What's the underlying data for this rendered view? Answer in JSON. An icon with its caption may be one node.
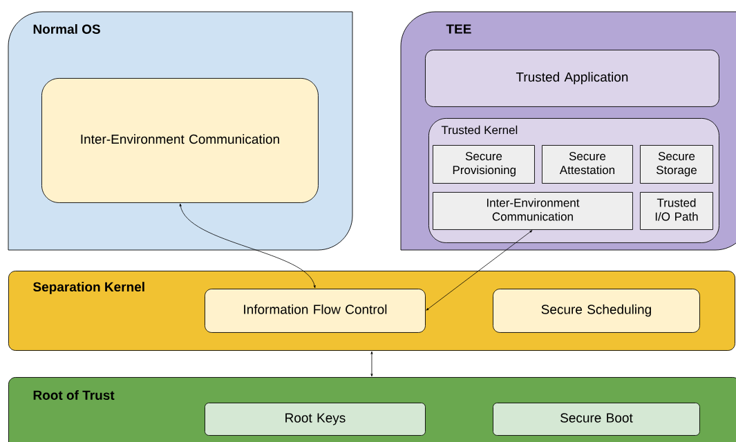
{
  "diagram": {
    "nodes": [
      {
        "text": [
          "Normal OS"
        ]
      },
      {
        "text": [
          "Inter-Environment Communication"
        ],
        "in": 0
      },
      {
        "text": [
          "TEE"
        ]
      },
      {
        "text": [
          "Trusted Application"
        ],
        "in": 2
      },
      {
        "text": [
          "Trusted Kernel"
        ],
        "in": 2
      },
      {
        "text": [
          "Secure Provisioning"
        ],
        "in": 4
      },
      {
        "text": [
          "Secure Attestation"
        ],
        "in": 4
      },
      {
        "text": [
          "Secure Storage"
        ],
        "in": 4
      },
      {
        "text": [
          "Inter-Environment Communication"
        ],
        "in": 4
      },
      {
        "text": [
          "Trusted I/O Path"
        ],
        "in": 4
      },
      {
        "text": [
          "Separation Kernel"
        ]
      },
      {
        "text": [
          "Information Flow Control"
        ],
        "in": 10
      },
      {
        "text": [
          "Secure Scheduling"
        ],
        "in": 10
      },
      {
        "text": [
          "Root of Trust"
        ]
      },
      {
        "text": [
          "Root Keys"
        ],
        "in": 13
      },
      {
        "text": [
          "Secure Boot"
        ],
        "in": 13
      }
    ],
    "edges": [
      {
        "from": 1,
        "to": 11,
        "arrow": "both"
      },
      {
        "from": 8,
        "to": 11,
        "arrow": "both"
      },
      {
        "from": 10,
        "to": 13,
        "arrow": "both"
      }
    ]
  }
}
